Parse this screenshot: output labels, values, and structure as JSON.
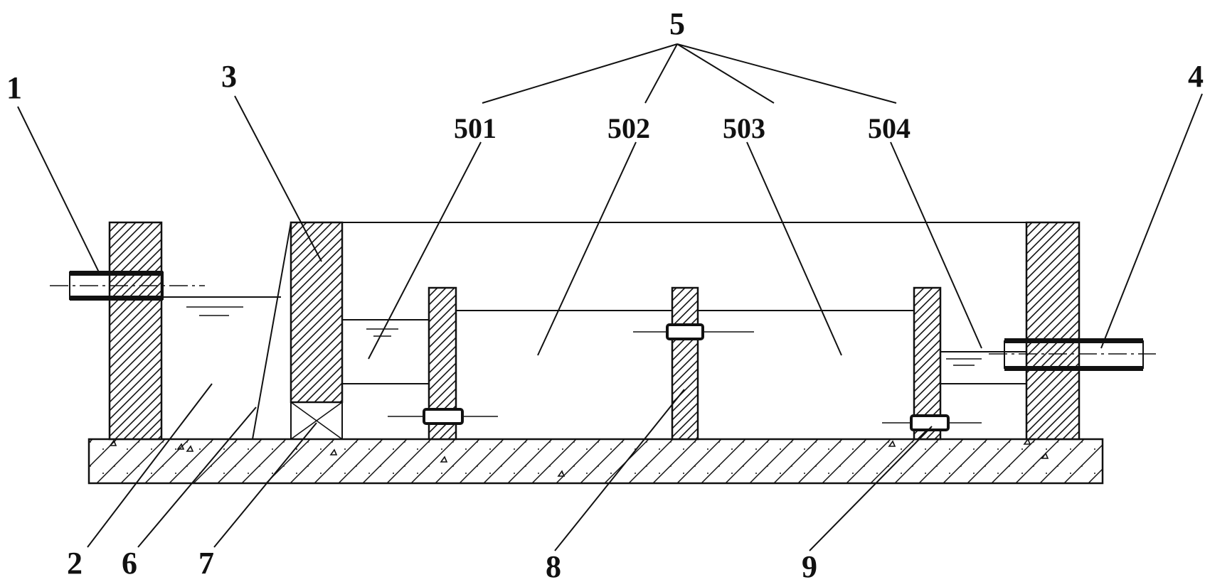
{
  "labels": {
    "n1": "1",
    "n2": "2",
    "n3": "3",
    "n4": "4",
    "n5": "5",
    "n6": "6",
    "n7": "7",
    "n8": "8",
    "n9": "9",
    "n501": "501",
    "n502": "502",
    "n503": "503",
    "n504": "504"
  },
  "colors": {
    "line": "#111111",
    "background": "#ffffff",
    "dense_media": "#2a2a2a"
  }
}
